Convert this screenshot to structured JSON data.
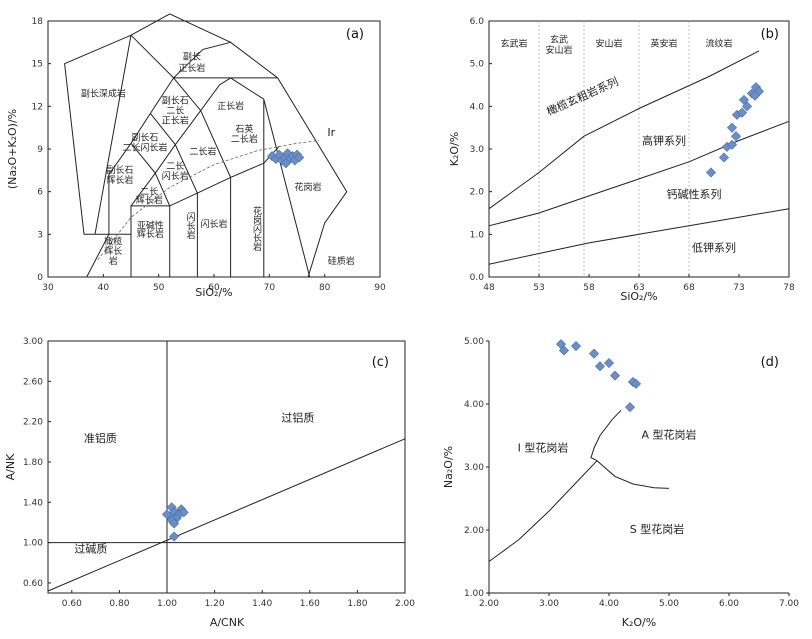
{
  "chart_data": [
    {
      "id": "a",
      "type": "scatter",
      "panel_label": "(a)",
      "xlabel": "SiO₂/%",
      "ylabel": "(Na₂O+K₂O)/%",
      "xlim": [
        30,
        90
      ],
      "ylim": [
        0,
        18
      ],
      "xticks": [
        30,
        40,
        50,
        60,
        70,
        80,
        90
      ],
      "yticks": [
        0,
        3,
        6,
        9,
        12,
        15,
        18
      ],
      "marker_color": "#6a8fc8",
      "points": [
        {
          "x": 70.5,
          "y": 8.5
        },
        {
          "x": 71.2,
          "y": 8.3
        },
        {
          "x": 71.8,
          "y": 8.6
        },
        {
          "x": 72.3,
          "y": 8.2
        },
        {
          "x": 72.8,
          "y": 8.4
        },
        {
          "x": 73.3,
          "y": 8.7
        },
        {
          "x": 73.7,
          "y": 8.3
        },
        {
          "x": 74.2,
          "y": 8.5
        },
        {
          "x": 74.6,
          "y": 8.2
        },
        {
          "x": 75.0,
          "y": 8.6
        },
        {
          "x": 75.4,
          "y": 8.4
        },
        {
          "x": 73.0,
          "y": 8.0
        }
      ],
      "regions": [
        {
          "text": "副长深成岩",
          "x": 40,
          "y": 12.7
        },
        {
          "text": "副长",
          "x": 56,
          "y": 15.3
        },
        {
          "text": "正长岩",
          "x": 56,
          "y": 14.5
        },
        {
          "text": "副长石",
          "x": 53,
          "y": 12.2
        },
        {
          "text": "二长",
          "x": 53,
          "y": 11.5
        },
        {
          "text": "正长岩",
          "x": 53,
          "y": 10.8
        },
        {
          "text": "正长岩",
          "x": 63,
          "y": 11.8
        },
        {
          "text": "副长石",
          "x": 47.5,
          "y": 9.6
        },
        {
          "text": "二长闪长岩",
          "x": 47.5,
          "y": 8.9
        },
        {
          "text": "石英",
          "x": 65.5,
          "y": 10.2
        },
        {
          "text": "二长岩",
          "x": 65.5,
          "y": 9.5
        },
        {
          "text": "二长岩",
          "x": 58,
          "y": 8.6
        },
        {
          "text": "副长石",
          "x": 43,
          "y": 7.3
        },
        {
          "text": "辉长岩",
          "x": 43,
          "y": 6.6
        },
        {
          "text": "二长",
          "x": 53,
          "y": 7.6
        },
        {
          "text": "闪长岩",
          "x": 53,
          "y": 6.9
        },
        {
          "text": "二长",
          "x": 48.3,
          "y": 5.8
        },
        {
          "text": "辉长岩",
          "x": 48.3,
          "y": 5.2
        },
        {
          "text": "亚碱性",
          "x": 48.5,
          "y": 3.4
        },
        {
          "text": "辉长岩",
          "x": 48.5,
          "y": 2.8
        },
        {
          "text": "橄榄",
          "x": 41.8,
          "y": 2.3
        },
        {
          "text": "辉长",
          "x": 41.8,
          "y": 1.6
        },
        {
          "text": "岩",
          "x": 41.8,
          "y": 0.9
        },
        {
          "text": "闪长岩",
          "x": 60,
          "y": 3.5
        },
        {
          "text": "花岗岩",
          "x": 77,
          "y": 6.1
        },
        {
          "text": "硅质岩",
          "x": 83,
          "y": 0.9
        }
      ],
      "vertical_regions": [
        {
          "text": "闪长岩",
          "x": 55.6,
          "y": 3.6
        },
        {
          "text": "花岗闪长岩",
          "x": 67.6,
          "y": 3.4
        }
      ],
      "ir_label": "Ir"
    },
    {
      "id": "b",
      "type": "scatter",
      "panel_label": "(b)",
      "xlabel": "SiO₂/%",
      "ylabel": "K₂O/%",
      "xlim": [
        48,
        78
      ],
      "ylim": [
        0,
        6
      ],
      "xticks": [
        48,
        53,
        58,
        63,
        68,
        73,
        78
      ],
      "yticks": [
        0.0,
        1.0,
        2.0,
        3.0,
        4.0,
        5.0,
        6.0
      ],
      "marker_color": "#6a8fc8",
      "column_labels": [
        {
          "text": "玄武岩",
          "x": 50.5,
          "y": 5.4
        },
        {
          "text": "玄武",
          "x": 55.0,
          "y": 5.5
        },
        {
          "text": "安山岩",
          "x": 55.0,
          "y": 5.25
        },
        {
          "text": "安山岩",
          "x": 60.0,
          "y": 5.4
        },
        {
          "text": "英安岩",
          "x": 65.5,
          "y": 5.4
        },
        {
          "text": "流纹岩",
          "x": 71.0,
          "y": 5.4
        }
      ],
      "series_labels": [
        {
          "text": "橄榄玄粗岩系列",
          "x": 57.5,
          "y": 4.15
        },
        {
          "text": "高钾系列",
          "x": 65.5,
          "y": 3.1
        },
        {
          "text": "钙碱性系列",
          "x": 68.5,
          "y": 1.85
        },
        {
          "text": "低钾系列",
          "x": 70.5,
          "y": 0.6
        }
      ],
      "points": [
        {
          "x": 70.2,
          "y": 2.45
        },
        {
          "x": 71.5,
          "y": 2.8
        },
        {
          "x": 71.8,
          "y": 3.05
        },
        {
          "x": 72.3,
          "y": 3.1
        },
        {
          "x": 72.7,
          "y": 3.3
        },
        {
          "x": 72.3,
          "y": 3.5
        },
        {
          "x": 72.8,
          "y": 3.8
        },
        {
          "x": 73.3,
          "y": 3.85
        },
        {
          "x": 73.5,
          "y": 4.15
        },
        {
          "x": 73.8,
          "y": 4.0
        },
        {
          "x": 74.3,
          "y": 4.3
        },
        {
          "x": 74.7,
          "y": 4.45
        },
        {
          "x": 75.0,
          "y": 4.35
        },
        {
          "x": 74.6,
          "y": 4.25
        }
      ]
    },
    {
      "id": "c",
      "type": "scatter",
      "panel_label": "(c)",
      "xlabel": "A/CNK",
      "ylabel": "A/NK",
      "xlim": [
        0.5,
        2.0
      ],
      "ylim": [
        0.5,
        3.0
      ],
      "xticks": [
        "0.60",
        "0.80",
        "1.00",
        "1.20",
        "1.40",
        "1.60",
        "1.80",
        "2.00"
      ],
      "yticks": [
        "0.60",
        "1.00",
        "1.40",
        "1.80",
        "2.20",
        "2.60",
        "3.00"
      ],
      "marker_color": "#6a8fc8",
      "regions": [
        {
          "text": "准铝质",
          "x": 0.72,
          "y": 2.0
        },
        {
          "text": "过铝质",
          "x": 1.55,
          "y": 2.2
        },
        {
          "text": "过碱质",
          "x": 0.68,
          "y": 0.9
        }
      ],
      "points": [
        {
          "x": 1.02,
          "y": 1.35
        },
        {
          "x": 1.06,
          "y": 1.33
        },
        {
          "x": 1.03,
          "y": 1.3
        },
        {
          "x": 1.05,
          "y": 1.28
        },
        {
          "x": 1.01,
          "y": 1.26
        },
        {
          "x": 1.04,
          "y": 1.24
        },
        {
          "x": 1.02,
          "y": 1.22
        },
        {
          "x": 1.03,
          "y": 1.19
        },
        {
          "x": 1.0,
          "y": 1.28
        },
        {
          "x": 1.07,
          "y": 1.3
        },
        {
          "x": 1.03,
          "y": 1.06
        }
      ]
    },
    {
      "id": "d",
      "type": "scatter",
      "panel_label": "(d)",
      "xlabel": "K₂O/%",
      "ylabel": "Na₂O/%",
      "xlim": [
        2.0,
        7.0
      ],
      "ylim": [
        1.0,
        5.0
      ],
      "xticks": [
        "2.00",
        "3.00",
        "4.00",
        "5.00",
        "6.00",
        "7.00"
      ],
      "yticks": [
        "1.00",
        "2.00",
        "3.00",
        "4.00",
        "5.00"
      ],
      "marker_color": "#6a8fc8",
      "regions": [
        {
          "text": "I 型花岗岩",
          "x": 2.9,
          "y": 3.25
        },
        {
          "text": "A 型花岗岩",
          "x": 5.0,
          "y": 3.45
        },
        {
          "text": "S 型花岗岩",
          "x": 4.8,
          "y": 1.95
        }
      ],
      "points": [
        {
          "x": 3.2,
          "y": 4.95
        },
        {
          "x": 3.25,
          "y": 4.85
        },
        {
          "x": 3.45,
          "y": 4.92
        },
        {
          "x": 3.75,
          "y": 4.8
        },
        {
          "x": 3.85,
          "y": 4.6
        },
        {
          "x": 4.0,
          "y": 4.65
        },
        {
          "x": 4.1,
          "y": 4.45
        },
        {
          "x": 4.4,
          "y": 4.35
        },
        {
          "x": 4.45,
          "y": 4.32
        },
        {
          "x": 4.35,
          "y": 3.95
        }
      ]
    }
  ]
}
